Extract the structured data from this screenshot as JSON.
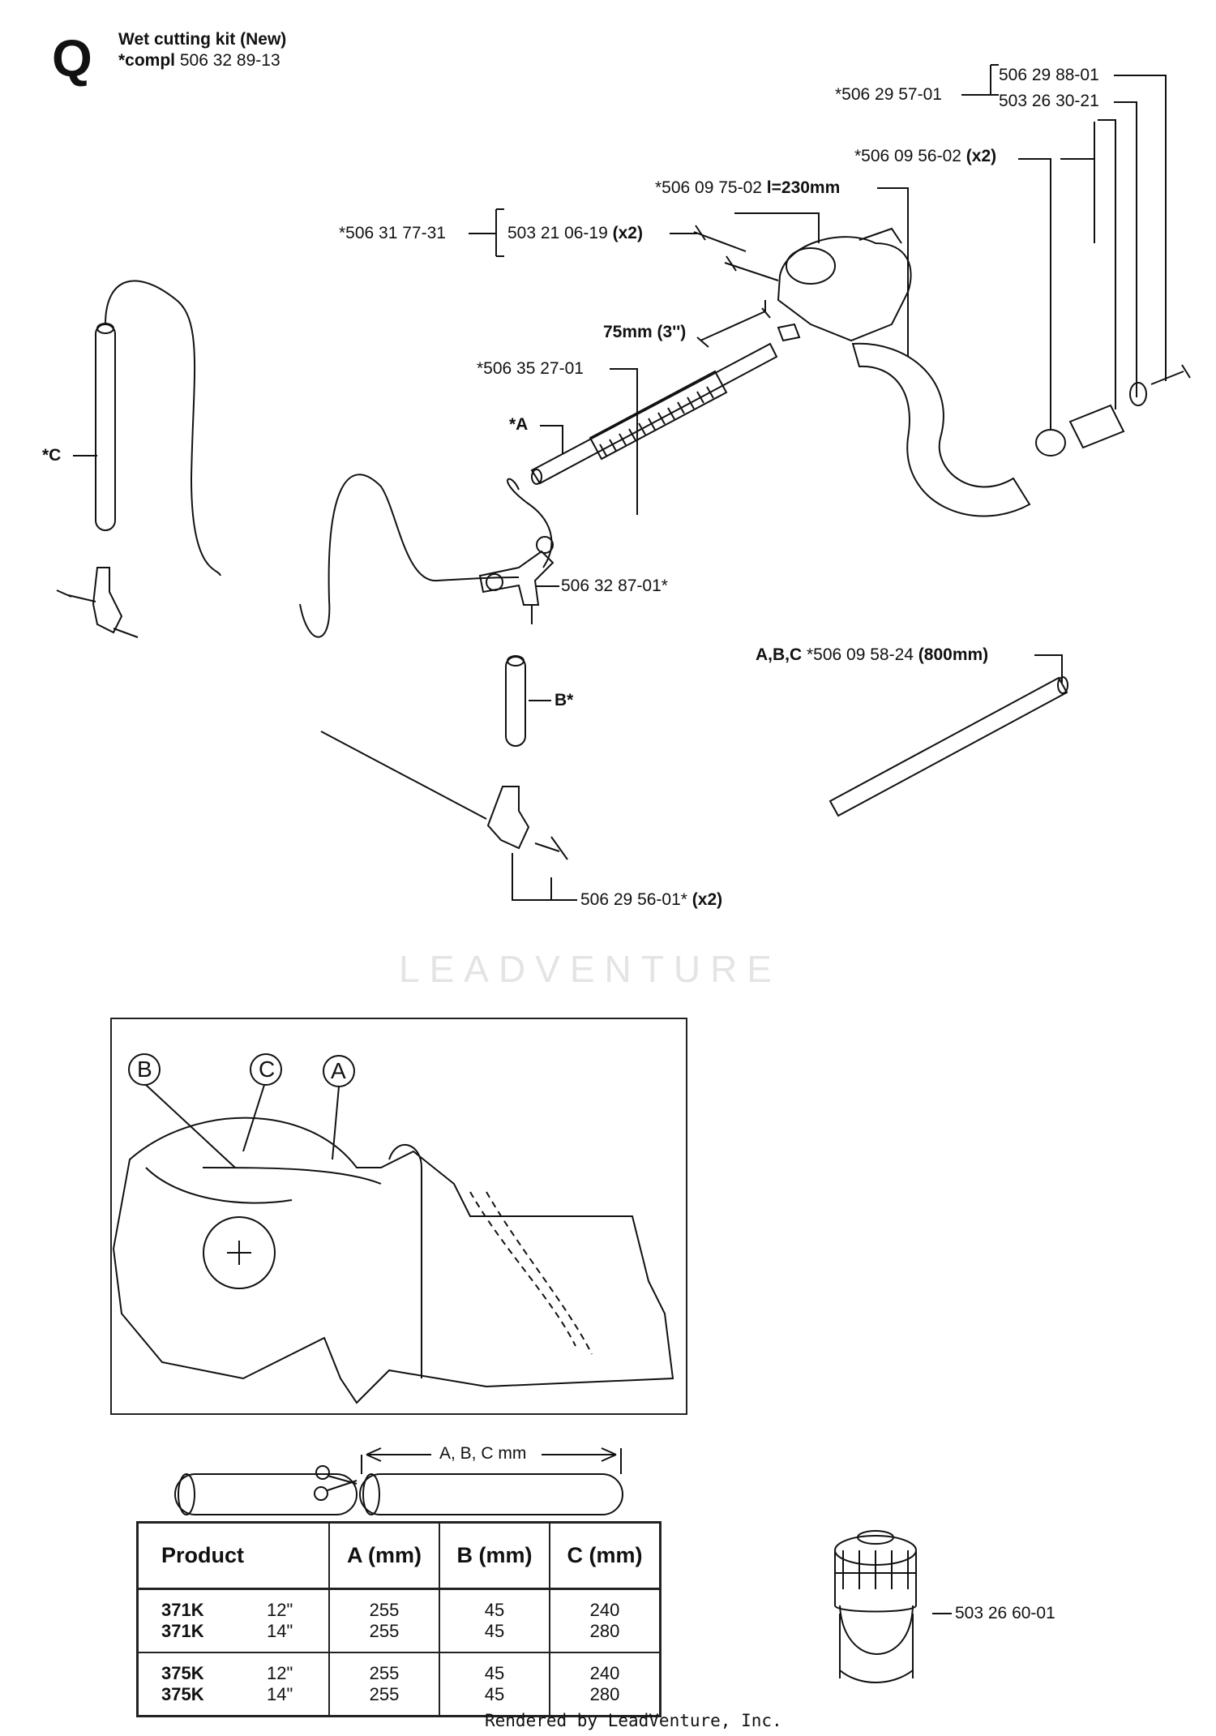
{
  "header": {
    "section_letter": "Q",
    "title": "Wet cutting kit (New)",
    "subtitle_bold": "*compl",
    "subtitle_part": " 506 32 89-13"
  },
  "callouts": {
    "c1": {
      "text": "*506 29 57-01"
    },
    "c2": {
      "text": "506 29 88-01"
    },
    "c3": {
      "text": "503 26 30-21"
    },
    "c4": {
      "text": "*506 09 56-02 ",
      "bold": "(x2)"
    },
    "c5": {
      "text": "*506 09 75-02  ",
      "bold": "l=230mm"
    },
    "c6": {
      "text": "*506 31 77-31"
    },
    "c7": {
      "text": "503 21 06-19 ",
      "bold": "(x2)"
    },
    "c8": {
      "bold": "75mm (3'')"
    },
    "c9": {
      "text": "*506 35 27-01"
    },
    "c10": {
      "bold": "*A"
    },
    "c11": {
      "bold": "*C"
    },
    "c12": {
      "text": "506 32 87-01*"
    },
    "c13": {
      "bold": "B*"
    },
    "c14": {
      "bold": "A,B,C",
      "text": " *506 09 58-24 ",
      "bold2": "(800mm)"
    },
    "c15": {
      "text": "506 29 56-01* ",
      "bold": "(x2)"
    },
    "c16": {
      "text": "503 26 60-01"
    }
  },
  "saw_labels": {
    "b": "B",
    "c": "C",
    "a": "A"
  },
  "measure_label": "A, B, C mm",
  "watermark": "LEADVENTURE",
  "table": {
    "headers": [
      "Product",
      "A (mm)",
      "B (mm)",
      "C (mm)"
    ],
    "groups": [
      {
        "rows": [
          {
            "model": "371K",
            "size": "12\"",
            "a": "255",
            "b": "45",
            "c": "240"
          },
          {
            "model": "371K",
            "size": "14\"",
            "a": "255",
            "b": "45",
            "c": "280"
          }
        ]
      },
      {
        "rows": [
          {
            "model": "375K",
            "size": "12\"",
            "a": "255",
            "b": "45",
            "c": "240"
          },
          {
            "model": "375K",
            "size": "14\"",
            "a": "255",
            "b": "45",
            "c": "280"
          }
        ]
      }
    ]
  },
  "footer": "Rendered by LeadVenture, Inc."
}
